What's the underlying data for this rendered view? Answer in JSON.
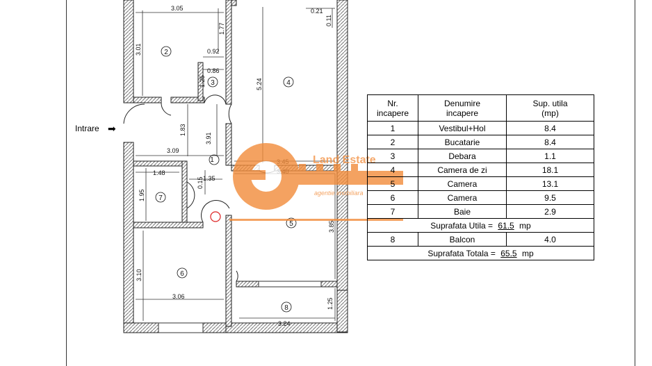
{
  "entry_label": "Intrare",
  "watermark": {
    "title": "Land Estate",
    "subtitle": "agentie imobiliara"
  },
  "room_numbers": [
    "1",
    "2",
    "3",
    "4",
    "5",
    "6",
    "7",
    "8"
  ],
  "dimensions": [
    "3.05",
    "1.77",
    "0.92",
    "0.86",
    "1.25",
    "3.01",
    "0.21",
    "0.11",
    "5.24",
    "1.83",
    "3.91",
    "3.09",
    "3.45",
    "3.40",
    "1.48",
    "1.35",
    "0.15",
    "1.95",
    "3.10",
    "3.06",
    "3.85",
    "1.25",
    "3.24"
  ],
  "table": {
    "headers": [
      "Nr.\nincapere",
      "Denumire\nincapere",
      "Sup. utila\n(mp)"
    ],
    "rows": [
      [
        "1",
        "Vestibul+Hol",
        "8.4"
      ],
      [
        "2",
        "Bucatarie",
        "8.4"
      ],
      [
        "3",
        "Debara",
        "1.1"
      ],
      [
        "4",
        "Camera de zi",
        "18.1"
      ],
      [
        "5",
        "Camera",
        "13.1"
      ],
      [
        "6",
        "Camera",
        "9.5"
      ],
      [
        "7",
        "Baie",
        "2.9"
      ]
    ],
    "subtotal": {
      "label": "Suprafata Utila =",
      "value": "61.5",
      "unit": "mp"
    },
    "balcony": [
      "8",
      "Balcon",
      "4.0"
    ],
    "total": {
      "label": "Suprafata Totala =",
      "value": "65.5",
      "unit": "mp"
    }
  },
  "colors": {
    "wall": "#9a9a9a",
    "watermark": "#f28c3a",
    "line": "#111111"
  }
}
